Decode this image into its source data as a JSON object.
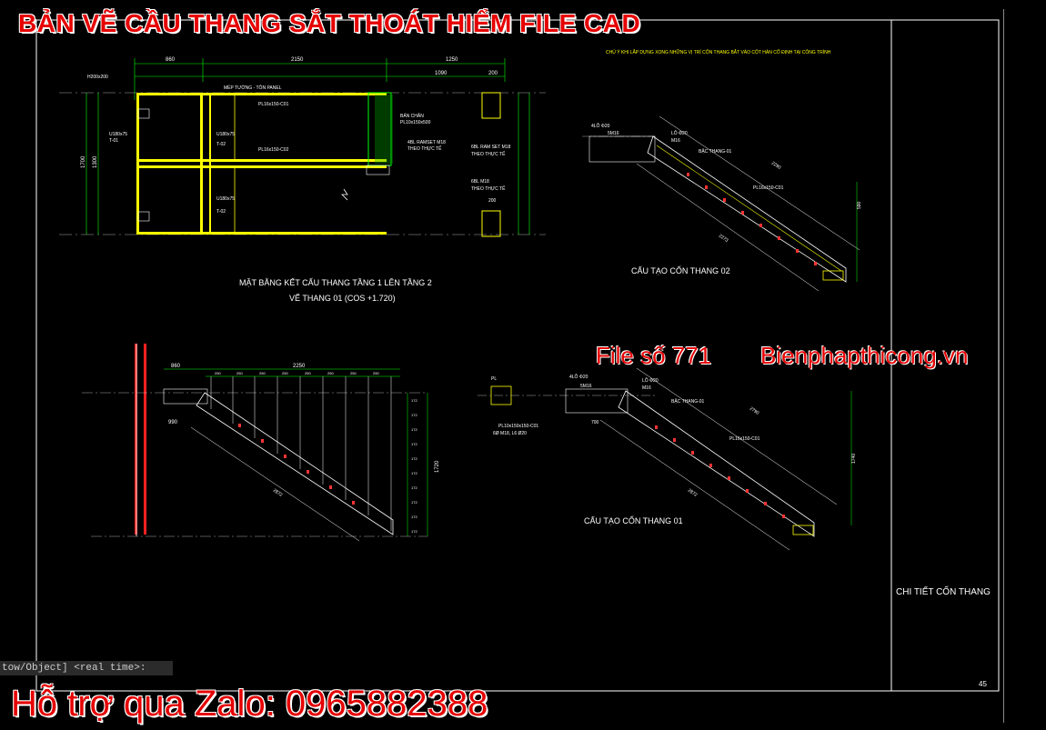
{
  "banner": {
    "title": "BẢN VẼ CẦU THANG SẮT THOÁT HIỂM FILE CAD",
    "file_number": "File số 771",
    "website": "Bienphapthicong.vn",
    "support": "Hỗ trợ qua Zalo: 0965882388"
  },
  "command_line": {
    "text": "tow/Object] <real time>:"
  },
  "title_block": {
    "sheet_title": "CHI TIẾT CỐN THANG",
    "sheet_number": "45"
  },
  "note_top_right": "CHÚ Ý KHI LẮP DỰNG XONG NHỮNG VỊ TRÍ CỐN THANG BẮT VÀO CỘT HÀN CỐ ĐỊNH TẠI CÔNG TRÌNH",
  "plan": {
    "caption_line1": "MẶT BẰNG KẾT CẤU THANG TẦNG 1 LÊN TẦNG 2",
    "caption_line2": "VẾ THANG 01 (COS +1.720)",
    "dim_top": [
      "860",
      "2150",
      "1250"
    ],
    "dim_top2": [
      "1090",
      "200"
    ],
    "labels": {
      "h_section": "H200x200",
      "edge": "MÉP TƯỜNG - TÔN PANEL",
      "plate1": "PL16x150-C01",
      "plate2": "PL16x150-C02",
      "base_plate": "BẢN CHÂN",
      "base_plate2": "PL10x150x500",
      "beam1": "U180x75",
      "beam1b": "T-01",
      "beam2": "U180x75",
      "beam2b": "T-02",
      "beam3": "U180x75",
      "beam3b": "T-02",
      "bolt1": "4BL RAMSET M18",
      "bolt1b": "THEO THỰC TẾ",
      "bolt2": "6BL RAM SET M18",
      "bolt2b": "THEO THỰC TẾ",
      "bolt3": "6BL M18",
      "bolt3b": "THEO THỰC TẾ",
      "d200": "200",
      "d1700": "1700",
      "d1300": "1300"
    }
  },
  "stringer2": {
    "caption": "CẤU TẠO CỐN THANG 02",
    "labels": {
      "hole1": "4LỖ Φ20",
      "bolt": "5M16",
      "hole2": "LỖ Φ20",
      "bolt2": "M16",
      "step": "BẬC THANG-01",
      "plate": "PL16x150-C01",
      "len1": "2290",
      "len2": "2273",
      "h": "590"
    }
  },
  "elevation": {
    "dim_total": "2250",
    "dim_left": "860",
    "dim_h": "990",
    "step_dims": [
      "250",
      "250",
      "250",
      "250",
      "250",
      "250",
      "250",
      "250"
    ],
    "rise_dims": [
      "172",
      "172",
      "172",
      "172",
      "172",
      "172",
      "172",
      "172",
      "172",
      "172"
    ],
    "total_rise": "1720",
    "diag": "2872"
  },
  "stringer1": {
    "caption": "CẤU TẠO CỐN THANG 01",
    "labels": {
      "hole1": "4LỖ Φ20",
      "bolt": "5M16",
      "hole2": "LỖ Φ20",
      "bolt2": "M16",
      "step": "BẬC THANG-01",
      "plate": "PL16x150-C01",
      "left_plate": "PL10x150x150-C01",
      "left_bolt": "6Ø M18, L6 Ø20",
      "len1": "2790",
      "len2": "2872",
      "d700": "700",
      "h": "1740"
    }
  }
}
